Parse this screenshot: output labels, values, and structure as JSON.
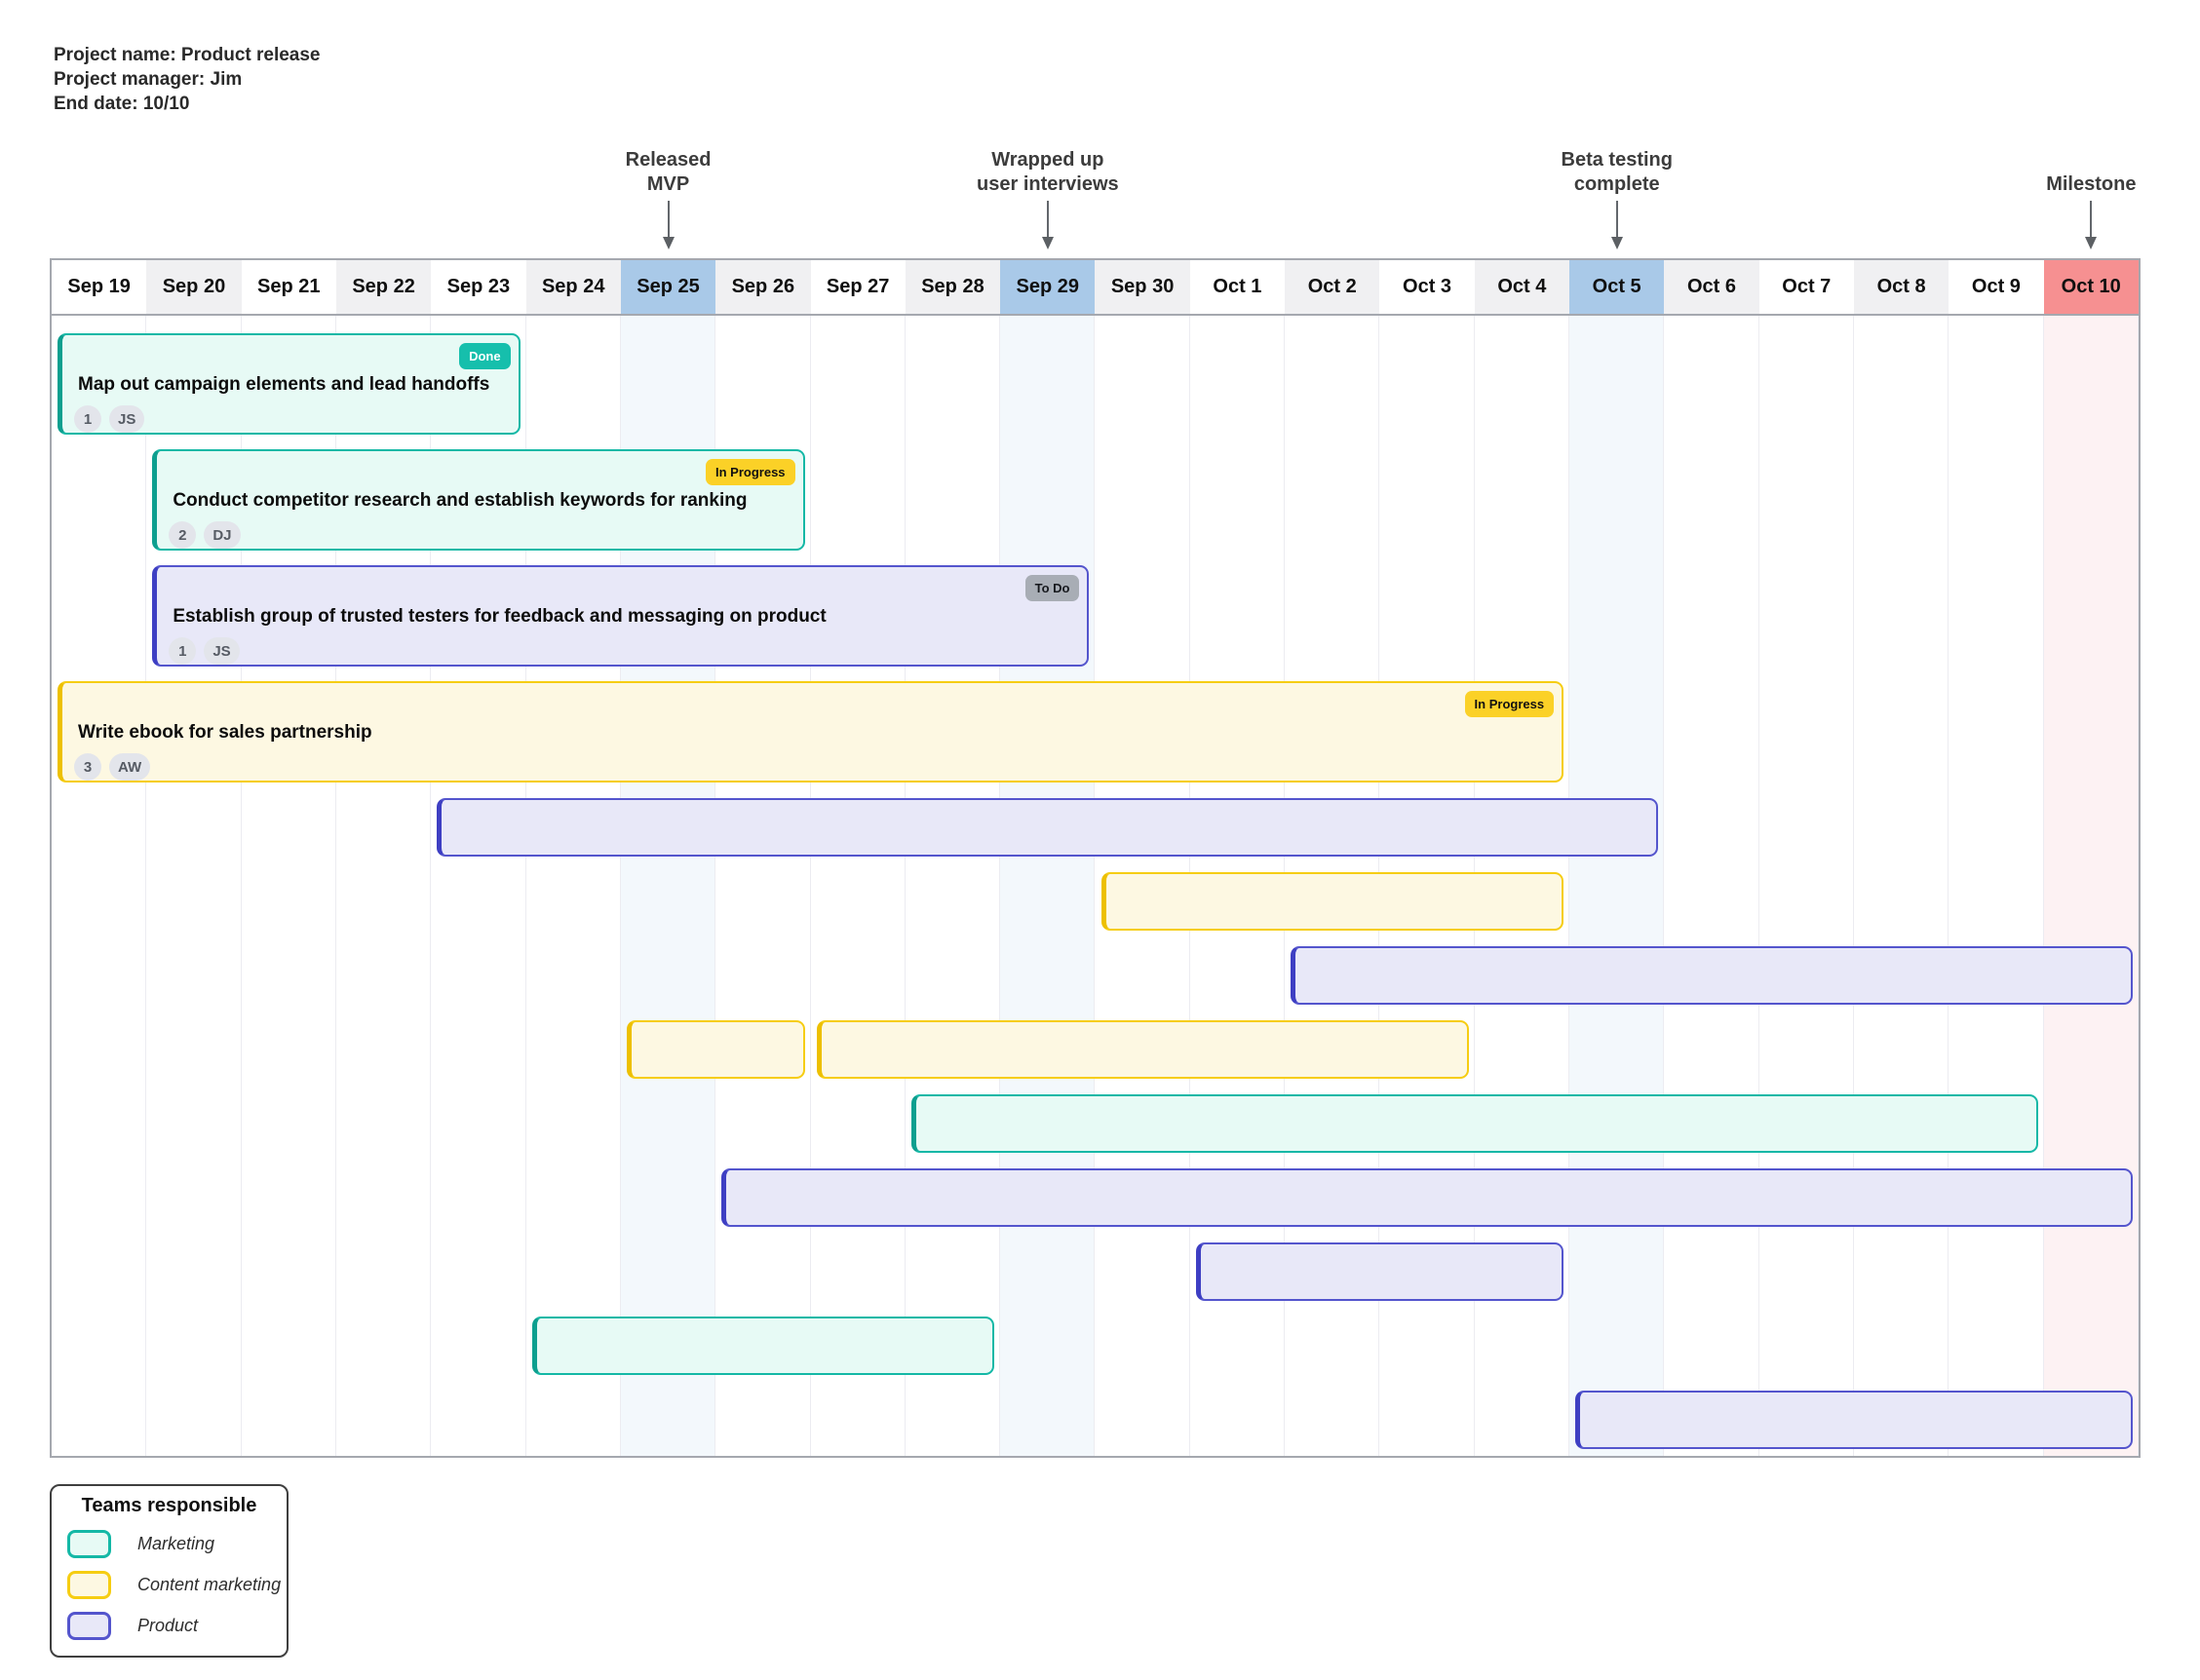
{
  "project_info": {
    "lines": [
      "Project name: Product release",
      "Project manager: Jim",
      "End date: 10/10"
    ]
  },
  "chart_data": {
    "type": "gantt",
    "dates": [
      "Sep 19",
      "Sep 20",
      "Sep 21",
      "Sep 22",
      "Sep 23",
      "Sep 24",
      "Sep 25",
      "Sep 26",
      "Sep 27",
      "Sep 28",
      "Sep 29",
      "Sep 30",
      "Oct 1",
      "Oct 2",
      "Oct 3",
      "Oct 4",
      "Oct 5",
      "Oct 6",
      "Oct 7",
      "Oct 8",
      "Oct 9",
      "Oct 10"
    ],
    "highlight_columns": {
      "milestone_blue": [
        "Sep 25",
        "Sep 29",
        "Oct 5"
      ],
      "end_red": [
        "Oct 10"
      ]
    },
    "milestones": [
      {
        "label_lines": [
          "Released",
          "MVP"
        ],
        "date": "Sep 25"
      },
      {
        "label_lines": [
          "Wrapped up",
          "user interviews"
        ],
        "date": "Sep 29"
      },
      {
        "label_lines": [
          "Beta testing",
          "complete"
        ],
        "date": "Oct 5"
      },
      {
        "label_lines": [
          "Milestone"
        ],
        "date": "Oct 10"
      }
    ],
    "tasks": [
      {
        "row": 1,
        "team": "marketing",
        "start": "Sep 19",
        "end": "Sep 23",
        "title": "Map out campaign elements and lead handoffs",
        "status": "Done",
        "chips": [
          "1",
          "JS"
        ]
      },
      {
        "row": 2,
        "team": "marketing",
        "start": "Sep 20",
        "end": "Sep 26",
        "title": "Conduct competitor research and establish keywords for ranking",
        "status": "In Progress",
        "chips": [
          "2",
          "DJ"
        ]
      },
      {
        "row": 3,
        "team": "product",
        "start": "Sep 20",
        "end": "Sep 29",
        "title": "Establish group of trusted testers for feedback and messaging on product",
        "status": "To Do",
        "chips": [
          "1",
          "JS"
        ]
      },
      {
        "row": 4,
        "team": "content",
        "start": "Sep 19",
        "end": "Oct 4",
        "title": "Write ebook for sales partnership",
        "status": "In Progress",
        "chips": [
          "3",
          "AW"
        ]
      },
      {
        "row": 5,
        "team": "product",
        "start": "Sep 23",
        "end": "Oct 5"
      },
      {
        "row": 6,
        "team": "content",
        "start": "Sep 30",
        "end": "Oct 4"
      },
      {
        "row": 7,
        "team": "product",
        "start": "Oct 2",
        "end": "Oct 10"
      },
      {
        "row": 8,
        "team": "content",
        "start": "Sep 25",
        "end": "Sep 26"
      },
      {
        "row": 8,
        "team": "content",
        "start": "Sep 27",
        "end": "Oct 3"
      },
      {
        "row": 9,
        "team": "marketing",
        "start": "Sep 28",
        "end": "Oct 9"
      },
      {
        "row": 10,
        "team": "product",
        "start": "Sep 26",
        "end": "Oct 10"
      },
      {
        "row": 11,
        "team": "product",
        "start": "Oct 1",
        "end": "Oct 4"
      },
      {
        "row": 12,
        "team": "marketing",
        "start": "Sep 24",
        "end": "Sep 28"
      },
      {
        "row": 13,
        "team": "product",
        "start": "Oct 5",
        "end": "Oct 10"
      }
    ],
    "legend": {
      "title": "Teams responsible",
      "items": [
        {
          "label": "Marketing",
          "team": "marketing"
        },
        {
          "label": "Content marketing",
          "team": "content"
        },
        {
          "label": "Product",
          "team": "product"
        }
      ]
    }
  },
  "colors": {
    "teams": {
      "marketing": {
        "fill": "#e7faf5",
        "border": "#14b8a6",
        "accent": "#0d9f8f"
      },
      "content": {
        "fill": "#fdf8e2",
        "border": "#f6cd12",
        "accent": "#edc000"
      },
      "product": {
        "fill": "#e8e8f8",
        "border": "#5455cd",
        "accent": "#3e3fc3"
      }
    },
    "statuses": {
      "Done": {
        "bg": "#16bfac",
        "text": "#ffffff"
      },
      "In Progress": {
        "bg": "#fbd127",
        "text": "#111111"
      },
      "To Do": {
        "bg": "#a8adb5",
        "text": "#16181d"
      }
    },
    "header": {
      "default": "#ffffff",
      "alt": "#f0f0f2",
      "milestone": "#a9c9e8",
      "end": "#f69091"
    },
    "body_tints": {
      "milestone": "#f3f8fc",
      "end": "#fdf2f3"
    },
    "chart_border": "#a5a8af",
    "arrow": "#5f6368"
  }
}
